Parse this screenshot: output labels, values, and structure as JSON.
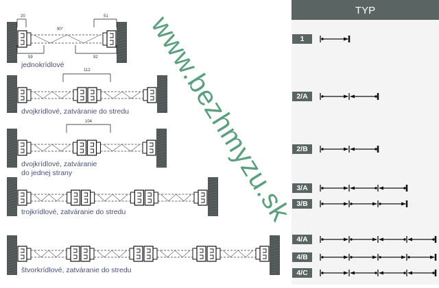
{
  "panel": {
    "title": "TYP"
  },
  "types": [
    {
      "code": "1",
      "segments": [
        "r"
      ]
    },
    {
      "code": "2/A",
      "segments": [
        "r",
        "l"
      ]
    },
    {
      "code": "2/B",
      "segments": [
        "r",
        "l"
      ]
    },
    {
      "code": "3/A",
      "segments": [
        "r",
        "l",
        "l"
      ]
    },
    {
      "code": "3/B",
      "segments": [
        "r",
        "r",
        "r"
      ]
    },
    {
      "code": "4/A",
      "segments": [
        "r",
        "r",
        "l",
        "l"
      ]
    },
    {
      "code": "4/B",
      "segments": [
        "r",
        "r",
        "r",
        "r"
      ]
    },
    {
      "code": "4/C",
      "segments": [
        "r",
        "l",
        "l",
        "l"
      ]
    }
  ],
  "diagrams": [
    {
      "label": "jednokrídlové",
      "leaves": 1,
      "dims": [
        "20",
        "59",
        "51",
        "92"
      ],
      "angle": "90°"
    },
    {
      "label": "dvojkrídlové, zatváranie do stredu",
      "leaves": 2,
      "dims": [
        "112"
      ]
    },
    {
      "label_line1": "dvojkrídlové, zatváranie",
      "label_line2": "do jednej strany",
      "leaves": 2,
      "dims": [
        "104"
      ]
    },
    {
      "label": "trojkrídlové, zatváranie do stredu",
      "leaves": 3
    },
    {
      "label": "štvorkrídlové, zatváranie do stredu",
      "leaves": 4
    }
  ],
  "watermark": "www.bezhmyzu.sk",
  "colors": {
    "panel_header": "#5a6463",
    "watermark": "#5aa07f",
    "label": "#4a4f7a"
  }
}
